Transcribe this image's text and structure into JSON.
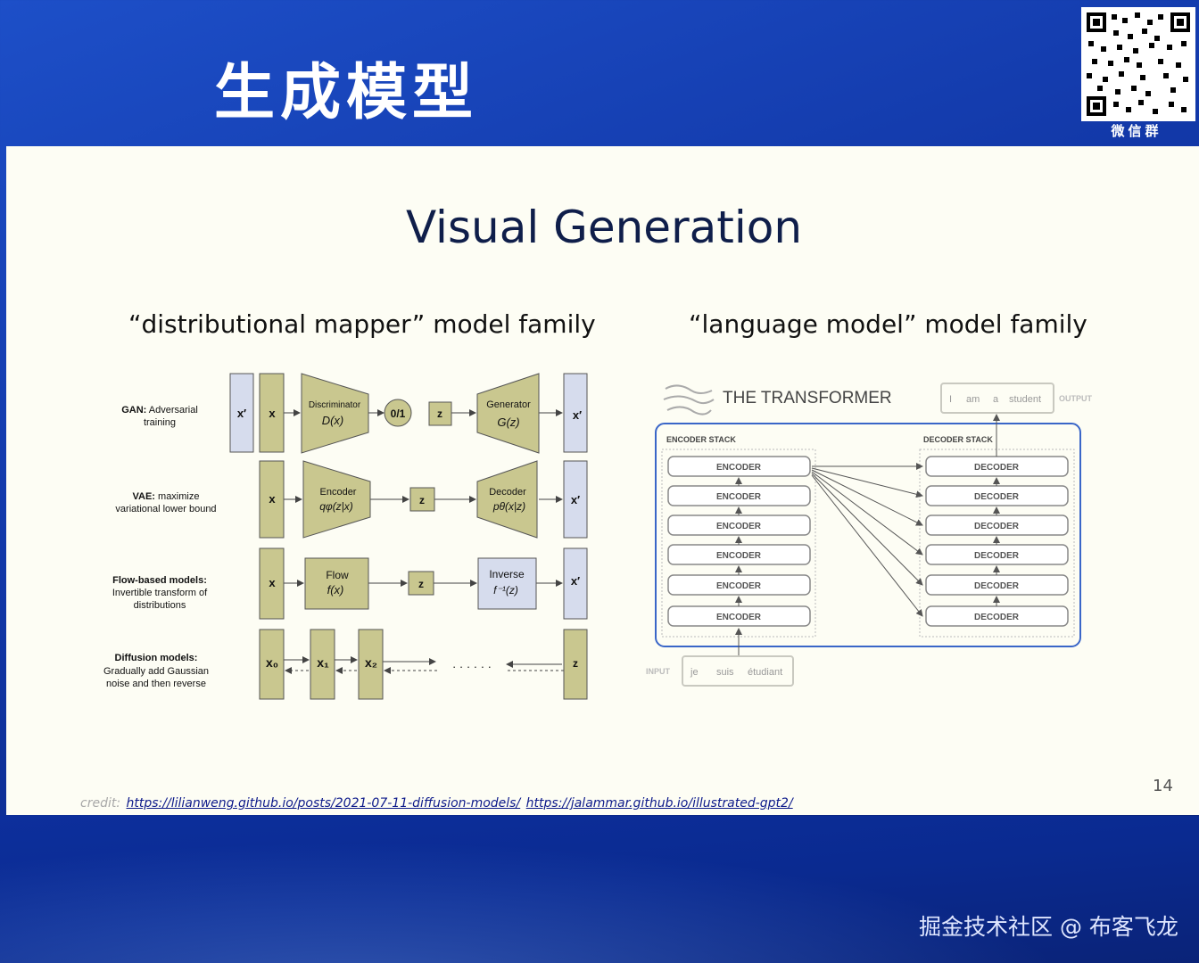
{
  "header": {
    "title": "生成模型",
    "qr_label": "微信群"
  },
  "slide": {
    "title": "Visual Generation",
    "left_subtitle": "“distributional mapper” model family",
    "right_subtitle": "“language model” model family",
    "page_number": "14",
    "credit_label": "credit:",
    "credit_link_1": "https://lilianweng.github.io/posts/2021-07-11-diffusion-models/",
    "credit_link_2": "https://jalammar.github.io/illustrated-gpt2/"
  },
  "models_diagram": {
    "gan": {
      "bold": "GAN:",
      "rest": " Adversarial",
      "line2": "training",
      "x_prime": "x′",
      "x": "x",
      "disc_title": "Discriminator",
      "disc_fn": "D(x)",
      "out": "0/1",
      "z": "z",
      "gen_title": "Generator",
      "gen_fn": "G(z)",
      "x_out": "x′"
    },
    "vae": {
      "bold": "VAE:",
      "rest": " maximize",
      "line2": "variational lower bound",
      "x": "x",
      "enc_title": "Encoder",
      "enc_fn": "qφ(z|x)",
      "z": "z",
      "dec_title": "Decoder",
      "dec_fn": "pθ(x|z)",
      "x_out": "x′"
    },
    "flow": {
      "bold": "Flow-based models:",
      "line2": "Invertible transform of",
      "line3": "distributions",
      "x": "x",
      "flow_title": "Flow",
      "flow_fn": "f(x)",
      "z": "z",
      "inv_title": "Inverse",
      "inv_fn": "f⁻¹(z)",
      "x_out": "x′"
    },
    "diffusion": {
      "bold": "Diffusion models:",
      "line2": "Gradually add Gaussian",
      "line3": "noise and then reverse",
      "x0": "x₀",
      "x1": "x₁",
      "x2": "x₂",
      "dots": "· · ·  · · ·",
      "z": "z"
    }
  },
  "transformer": {
    "title": "THE TRANSFORMER",
    "encoder_stack": "ENCODER STACK",
    "decoder_stack": "DECODER STACK",
    "encoders": [
      "ENCODER",
      "ENCODER",
      "ENCODER",
      "ENCODER",
      "ENCODER",
      "ENCODER"
    ],
    "decoders": [
      "DECODER",
      "DECODER",
      "DECODER",
      "DECODER",
      "DECODER",
      "DECODER"
    ],
    "input_label": "INPUT",
    "input_tokens": [
      "je",
      "suis",
      "étudiant"
    ],
    "output_label": "OUTPUT",
    "output_tokens": [
      "I",
      "am",
      "a",
      "student"
    ]
  },
  "watermark": "掘金技术社区 @ 布客飞龙",
  "colors": {
    "block_fill": "#c9c78f",
    "block_stroke": "#555",
    "x_fill": "#d6dced",
    "frame_blue": "#3a66c8"
  }
}
